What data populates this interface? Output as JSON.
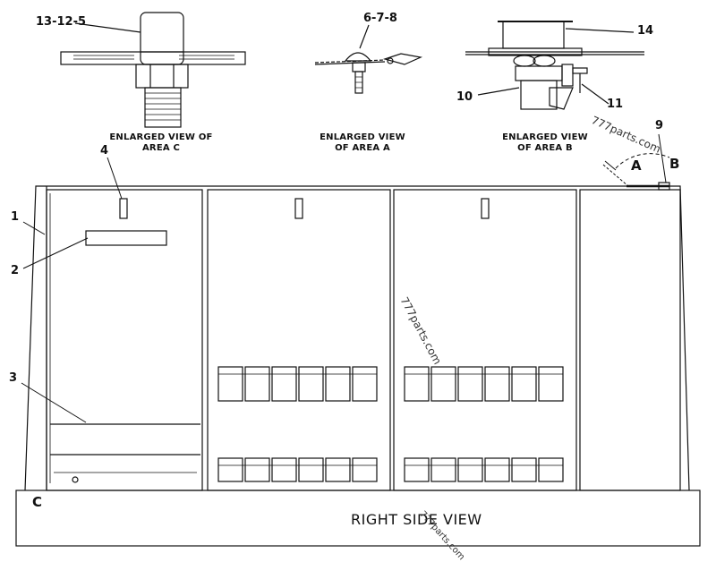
{
  "diagram": {
    "callouts": {
      "c13_12_5": "13-12-5",
      "c6_7_8": "6-7-8",
      "c14": "14",
      "c10": "10",
      "c11": "11",
      "c9": "9",
      "c4": "4",
      "c1": "1",
      "c2": "2",
      "c3": "3"
    },
    "area_markers": {
      "a": "A",
      "b": "B",
      "c": "C"
    },
    "captions": {
      "area_c_line1": "ENLARGED VIEW OF",
      "area_c_line2": "AREA C",
      "area_a_line1": "ENLARGED VIEW",
      "area_a_line2": "OF AREA A",
      "area_b_line1": "ENLARGED VIEW",
      "area_b_line2": "OF AREA B"
    },
    "view_title": "RIGHT SIDE VIEW",
    "watermarks": {
      "top_right": "777parts.com",
      "middle": "777parts.com",
      "bottom": "777parts.com"
    }
  }
}
